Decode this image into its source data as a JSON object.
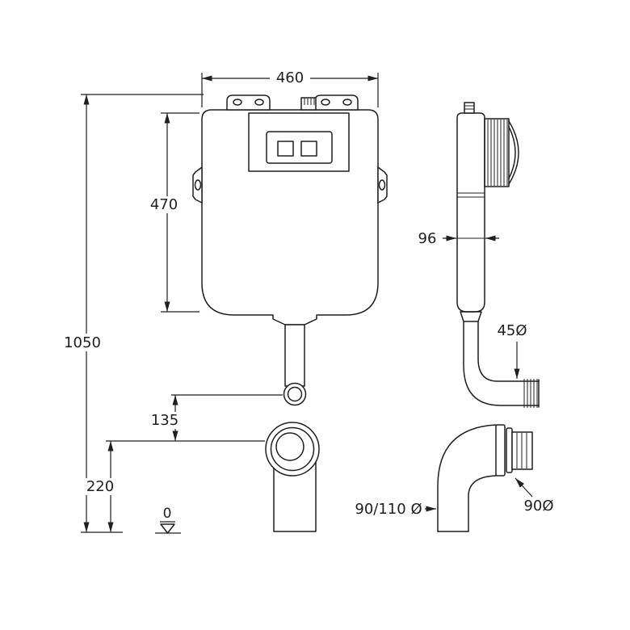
{
  "drawing": {
    "labels": {
      "width": "460",
      "tank_height": "470",
      "total_height": "1050",
      "connector_offset": "135",
      "outlet_height": "220",
      "datum_level": "0",
      "tank_depth": "96",
      "flush_pipe_diameter": "45Ø",
      "elbow_diameter": "90/110 Ø",
      "socket_diameter": "90Ø"
    }
  }
}
